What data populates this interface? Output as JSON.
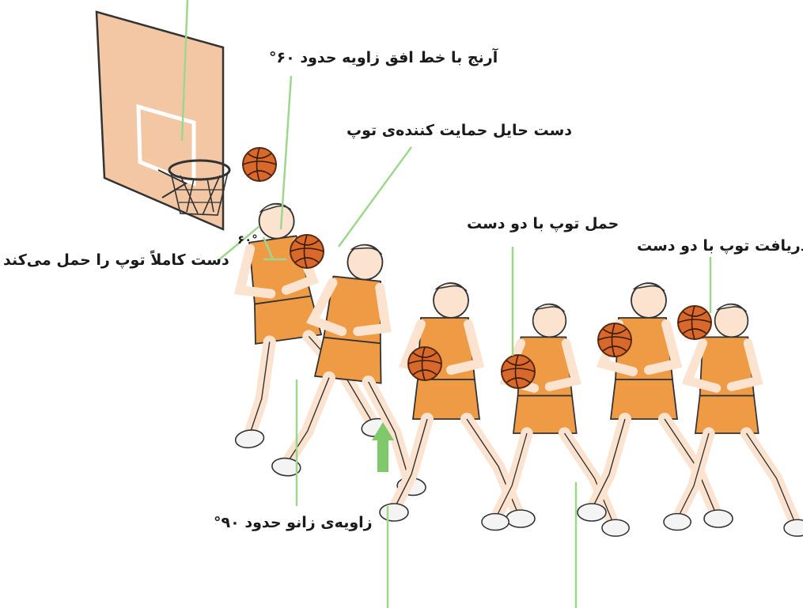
{
  "labels": {
    "elbow_angle": "آرنج با خط افق زاویه حدود ۶۰°",
    "support_hand": "دست حایل حمایت کننده‌ی توپ",
    "two_hand_carry": "حمل توپ با دو دست",
    "two_hand_receive": "دریافت توپ با دو دست",
    "hand_carries_ball": "دست کاملاً توپ را حمل می‌کند",
    "angle_60": "۶۰°",
    "knee_angle": "زاویه‌ی زانو حدود ۹۰°"
  },
  "colors": {
    "backboard": "#f3c7a4",
    "jersey": "#ef9a45",
    "jersey_dark": "#d9782a",
    "ball": "#d9692a",
    "skin": "#fbe3cf",
    "callout_line": "#9fd68d",
    "arrow": "#7fc96a"
  },
  "icons": [
    "basketball-hoop",
    "basketball-player",
    "basketball",
    "up-arrow"
  ]
}
